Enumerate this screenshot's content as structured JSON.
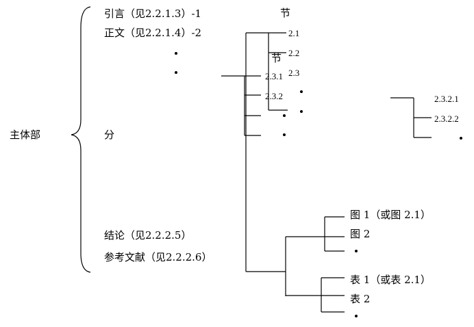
{
  "root_label": "主体部",
  "branches": {
    "intro": "引言（见2.2.1.3）-1",
    "body": "正文（见2.2.1.4）-2",
    "divide": "分",
    "conclusion": "结论（见2.2.2.5）",
    "references": "参考文献（见2.2.2.6）"
  },
  "sections": {
    "header": "节",
    "sub_header": "节",
    "items": [
      "2.1",
      "2.2",
      "2.3"
    ],
    "subsections": [
      "2.3.1",
      "2.3.2"
    ],
    "subsubsections": [
      "2.3.2.1",
      "2.3.2.2"
    ]
  },
  "figures": [
    "图 1（或图 2.1）",
    "图 2"
  ],
  "tables": [
    "表 1（或表 2.1）",
    "表 2"
  ]
}
